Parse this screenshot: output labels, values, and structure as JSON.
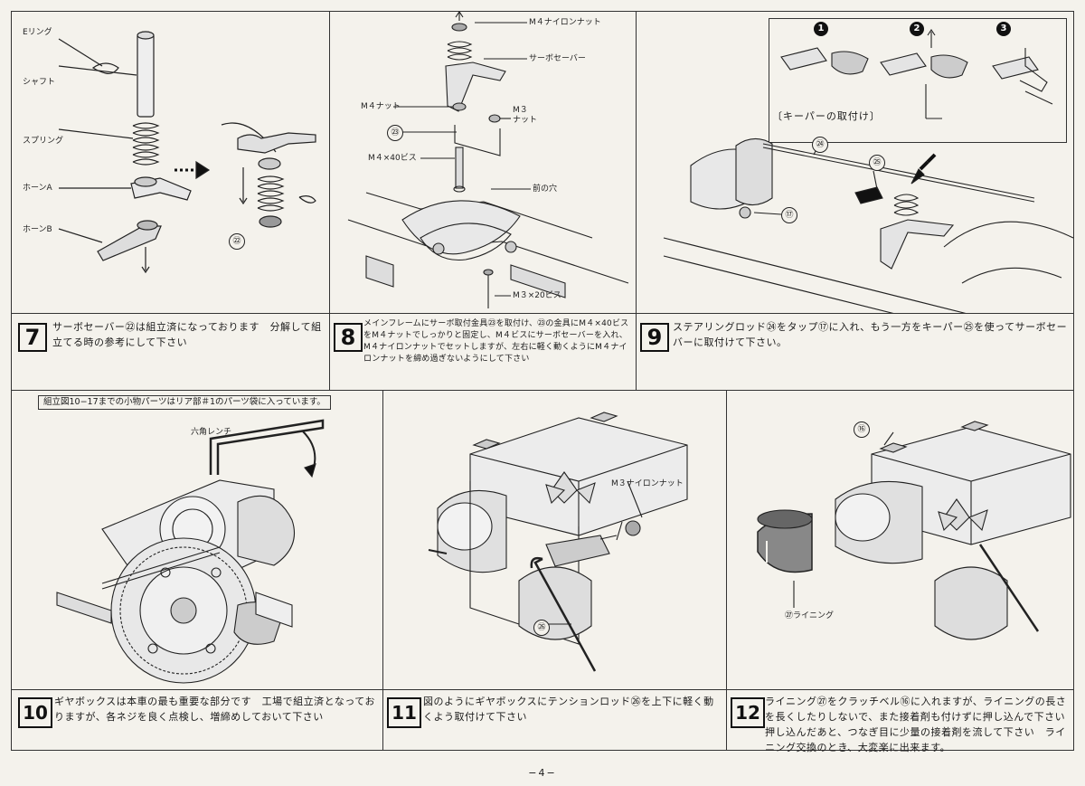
{
  "page_number": "−4−",
  "step7": {
    "num": "7",
    "text": "サーボセーバー㉒は組立済になっております　分解して組立てる時の参考にして下さい",
    "labels": {
      "e_ring": "Eリング",
      "shaft": "シャフト",
      "spring": "スプリング",
      "horn_a": "ホーンA",
      "horn_b": "ホーンB",
      "part22": "㉒"
    }
  },
  "step8": {
    "num": "8",
    "text": "メインフレームにサーボ取付金具㉓を取付け、㉓の金具にM４×40ビスをM４ナットでしっかりと固定し、M４ビスにサーボセーバーを入れ、M４ナイロンナットでセットしますが、左右に軽く動くようにM４ナイロンナットを締め過ぎないようにして下さい",
    "labels": {
      "m4_nylon_nut": "M４ナイロンナット",
      "servo_saver": "サーボセーバー",
      "m4_nut": "M４ナット",
      "m3_nut": "M３\nナット",
      "part23": "㉓",
      "m4x40": "M４×40ビス",
      "front_hole": "前の穴",
      "m3x20": "M３×20ビス"
    }
  },
  "step9": {
    "num": "9",
    "text": "ステアリングロッド㉔をタップ⑰に入れ、もう一方をキーパー㉕を使ってサーボセーバーに取付けて下さい。",
    "inset_title": "〔キーパーの取付け〕",
    "badges": [
      "1",
      "2",
      "3"
    ],
    "labels": {
      "part24": "㉔",
      "part25": "㉕",
      "part17": "⑰"
    }
  },
  "note": "組立図10−17までの小物パーツはリア部＃1のパーツ袋に入っています。",
  "step10": {
    "num": "10",
    "text": "ギヤボックスは本車の最も重要な部分です　工場で組立済となっておりますが、各ネジを良く点検し、増締めしておいて下さい",
    "labels": {
      "hex_wrench": "六角レンチ"
    }
  },
  "step11": {
    "num": "11",
    "text": "図のようにギヤボックスにテンションロッド㉖を上下に軽く動くよう取付けて下さい",
    "labels": {
      "m3_nylon_nut": "M３ナイロンナット",
      "part26": "㉖"
    }
  },
  "step12": {
    "num": "12",
    "text": "ライニング㉗をクラッチベル⑯に入れますが、ライニングの長さを長くしたりしないで、また接着剤も付けずに押し込んで下さい　押し込んだあと、つなぎ目に少量の接着剤を流して下さい　ライニング交換のとき、大変楽に出来ます。",
    "labels": {
      "part106": "⑯",
      "part27": "㉗ライニング"
    }
  }
}
